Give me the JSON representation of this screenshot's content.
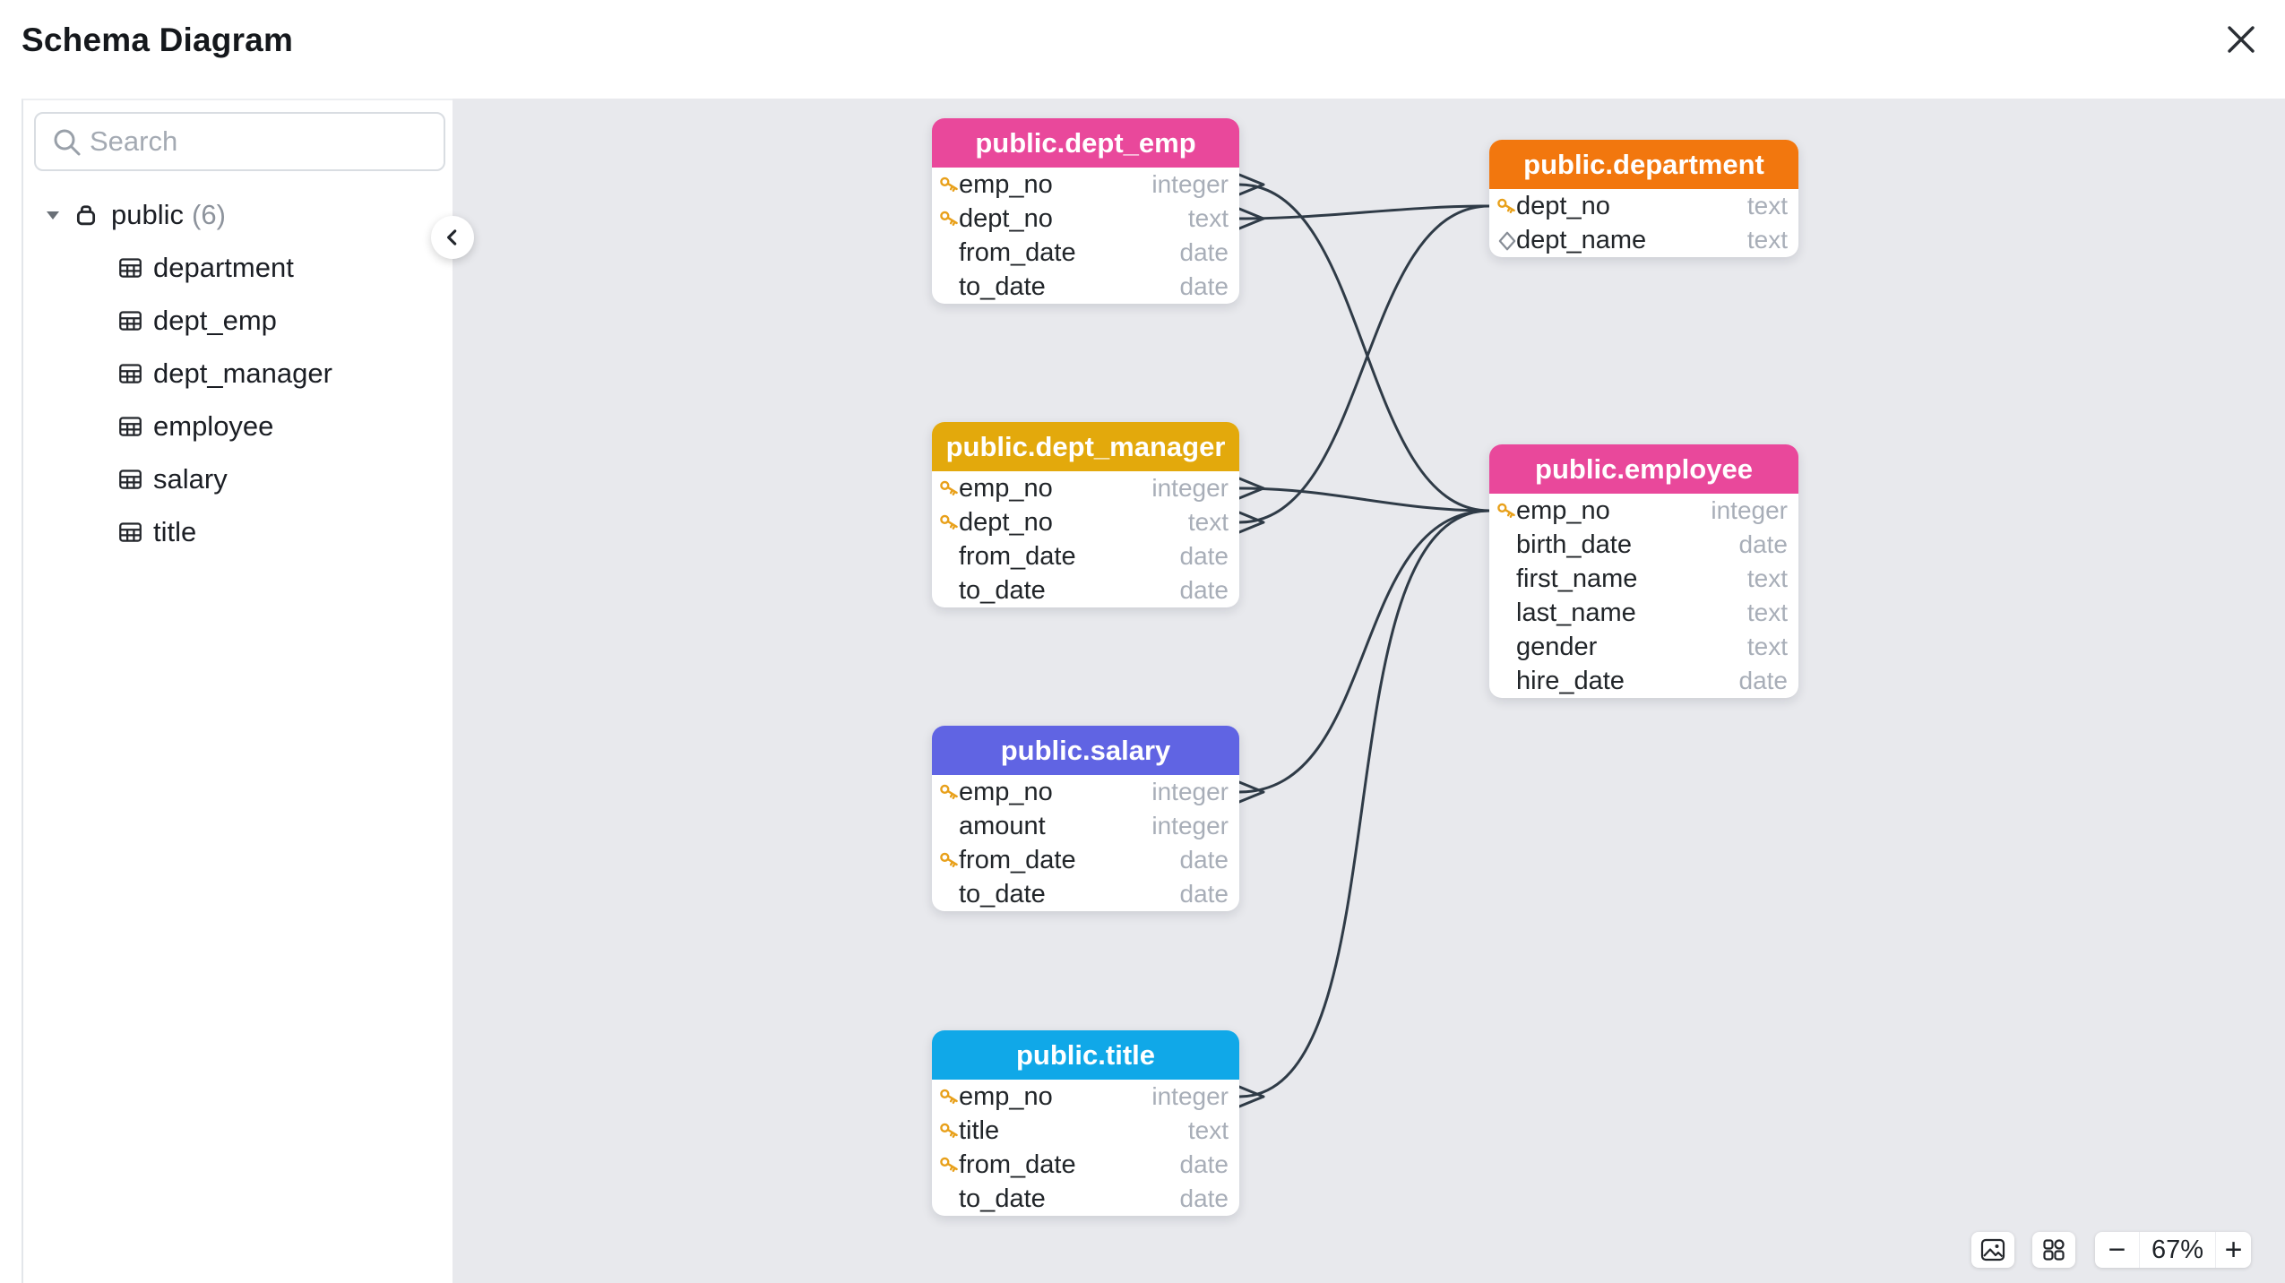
{
  "header": {
    "title": "Schema Diagram"
  },
  "sidebar": {
    "search_placeholder": "Search",
    "schema": {
      "name": "public",
      "count": "(6)"
    },
    "tables": [
      {
        "label": "department"
      },
      {
        "label": "dept_emp"
      },
      {
        "label": "dept_manager"
      },
      {
        "label": "employee"
      },
      {
        "label": "salary"
      },
      {
        "label": "title"
      }
    ]
  },
  "canvas": {
    "background": "#E8E9ED",
    "edge_color": "#2F3B47",
    "tables": [
      {
        "id": "dept_emp",
        "title": "public.dept_emp",
        "color": "#E9489B",
        "columns": [
          {
            "name": "emp_no",
            "type": "integer",
            "icon": "primary-key"
          },
          {
            "name": "dept_no",
            "type": "text",
            "icon": "primary-key"
          },
          {
            "name": "from_date",
            "type": "date",
            "icon": ""
          },
          {
            "name": "to_date",
            "type": "date",
            "icon": ""
          }
        ]
      },
      {
        "id": "department",
        "title": "public.department",
        "color": "#F2770E",
        "columns": [
          {
            "name": "dept_no",
            "type": "text",
            "icon": "primary-key"
          },
          {
            "name": "dept_name",
            "type": "text",
            "icon": "unique"
          }
        ]
      },
      {
        "id": "dept_manager",
        "title": "public.dept_manager",
        "color": "#E3A90C",
        "columns": [
          {
            "name": "emp_no",
            "type": "integer",
            "icon": "primary-key"
          },
          {
            "name": "dept_no",
            "type": "text",
            "icon": "primary-key"
          },
          {
            "name": "from_date",
            "type": "date",
            "icon": ""
          },
          {
            "name": "to_date",
            "type": "date",
            "icon": ""
          }
        ]
      },
      {
        "id": "employee",
        "title": "public.employee",
        "color": "#E9489B",
        "columns": [
          {
            "name": "emp_no",
            "type": "integer",
            "icon": "primary-key"
          },
          {
            "name": "birth_date",
            "type": "date",
            "icon": ""
          },
          {
            "name": "first_name",
            "type": "text",
            "icon": ""
          },
          {
            "name": "last_name",
            "type": "text",
            "icon": ""
          },
          {
            "name": "gender",
            "type": "text",
            "icon": ""
          },
          {
            "name": "hire_date",
            "type": "date",
            "icon": ""
          }
        ]
      },
      {
        "id": "salary",
        "title": "public.salary",
        "color": "#6064E3",
        "columns": [
          {
            "name": "emp_no",
            "type": "integer",
            "icon": "primary-key"
          },
          {
            "name": "amount",
            "type": "integer",
            "icon": ""
          },
          {
            "name": "from_date",
            "type": "date",
            "icon": "primary-key"
          },
          {
            "name": "to_date",
            "type": "date",
            "icon": ""
          }
        ]
      },
      {
        "id": "title",
        "title": "public.title",
        "color": "#10A8E8",
        "columns": [
          {
            "name": "emp_no",
            "type": "integer",
            "icon": "primary-key"
          },
          {
            "name": "title",
            "type": "text",
            "icon": "primary-key"
          },
          {
            "name": "from_date",
            "type": "date",
            "icon": "primary-key"
          },
          {
            "name": "to_date",
            "type": "date",
            "icon": ""
          }
        ]
      }
    ],
    "relationships": [
      "dept_emp.emp_no -> employee.emp_no",
      "dept_emp.dept_no -> department.dept_no",
      "dept_manager.emp_no -> employee.emp_no",
      "dept_manager.dept_no -> department.dept_no",
      "salary.emp_no -> employee.emp_no",
      "title.emp_no -> employee.emp_no"
    ]
  },
  "controls": {
    "zoom_level": "67%",
    "zoom_out": "−",
    "zoom_in": "+"
  }
}
